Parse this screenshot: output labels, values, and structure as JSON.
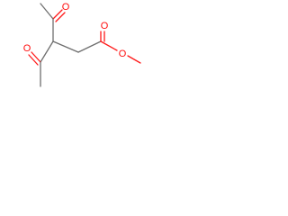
{
  "molecule": {
    "atom_labels": {
      "o1": "O",
      "o2": "O",
      "o3": "O",
      "o4": "O"
    },
    "colors": {
      "carbon_bond": "#6e6e6e",
      "oxygen": "#ff0d0d"
    }
  }
}
